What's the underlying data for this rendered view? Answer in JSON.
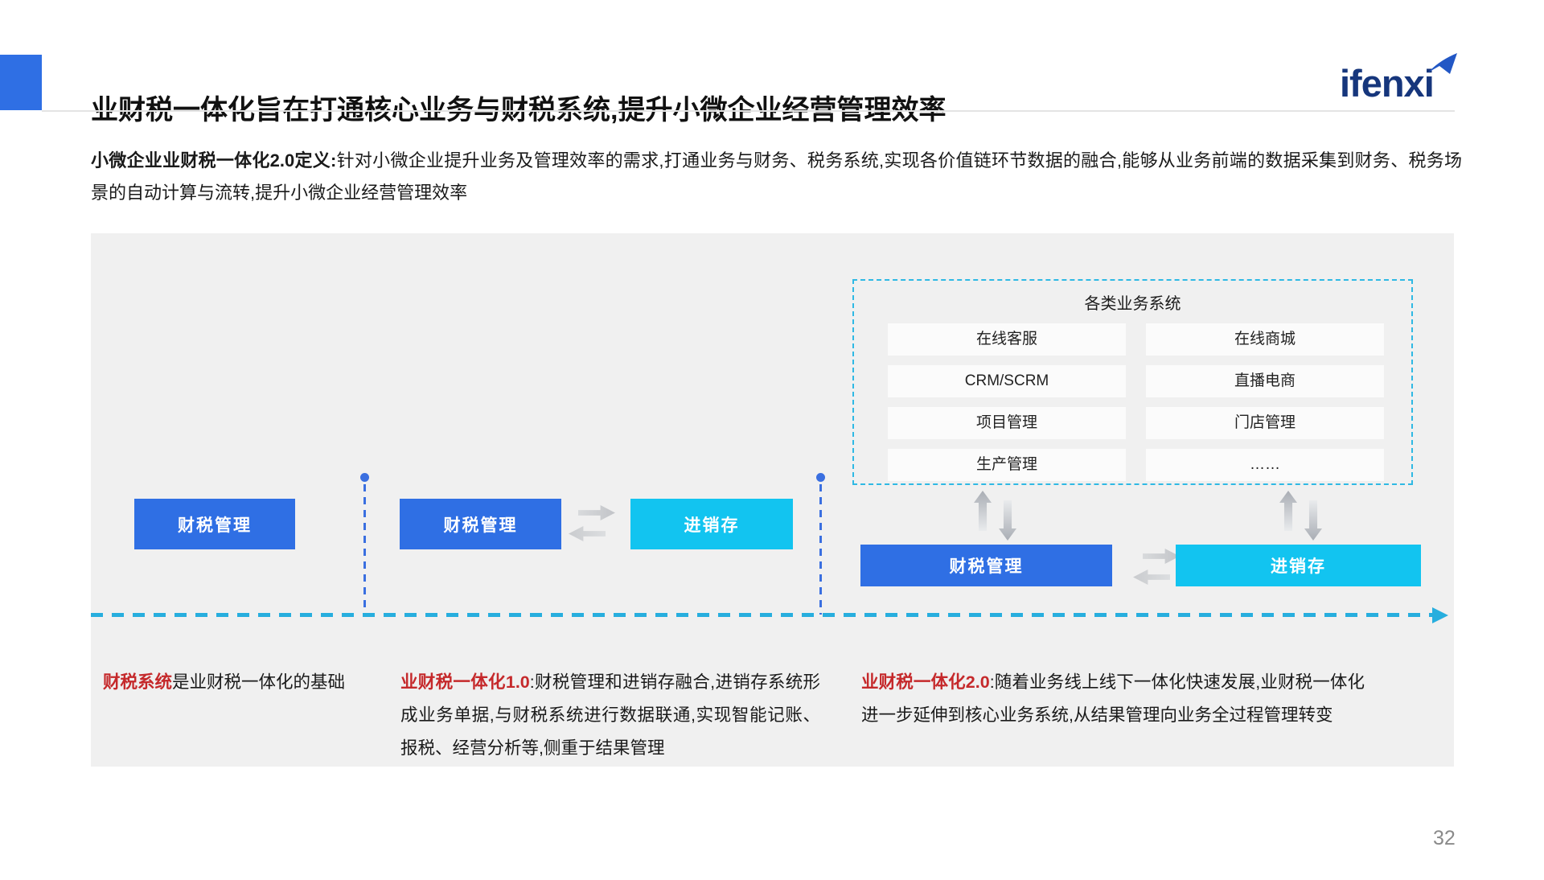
{
  "header": {
    "title": "业财税一体化旨在打通核心业务与财税系统,提升小微企业经营管理效率",
    "logo_text": "ifenxi"
  },
  "definition": {
    "lead": "小微企业业财税一体化2.0定义:",
    "body": "针对小微企业提升业务及管理效率的需求,打通业务与财务、税务系统,实现各价值链环节数据的融合,能够从业务前端的数据采集到财务、税务场景的自动计算与流转,提升小微企业经营管理效率"
  },
  "diagram": {
    "business_systems": {
      "title": "各类业务系统",
      "items_left": [
        "在线客服",
        "CRM/SCRM",
        "项目管理",
        "生产管理"
      ],
      "items_right": [
        "在线商城",
        "直播电商",
        "门店管理",
        "……"
      ]
    },
    "stage1": {
      "finance_box": "财税管理"
    },
    "stage2": {
      "finance_box": "财税管理",
      "inventory_box": "进销存"
    },
    "stage3": {
      "finance_box": "财税管理",
      "inventory_box": "进销存"
    }
  },
  "notes": [
    {
      "highlight": "财税系统",
      "text": "是业财税一体化的基础"
    },
    {
      "highlight": "业财税一体化1.0",
      "text": ":财税管理和进销存融合,进销存系统形成业务单据,与财税系统进行数据联通,实现智能记账、报税、经营分析等,侧重于结果管理"
    },
    {
      "highlight": "业财税一体化2.0",
      "text": ":随着业务线上线下一体化快速发展,业财税一体化进一步延伸到核心业务系统,从结果管理向业务全过程管理转变"
    }
  ],
  "footer": {
    "page_number": "32"
  },
  "colors": {
    "accent_blue": "#2F6FE4",
    "cyan_box": "#12C4F0",
    "dashed_border_cyan": "#2FB9E4",
    "timeline_cyan": "#27AEDE",
    "divider_blue": "#3A6FE0",
    "note_red": "#C5292B",
    "panel_gray": "#F0F0F0",
    "logo_navy": "#16367C"
  }
}
